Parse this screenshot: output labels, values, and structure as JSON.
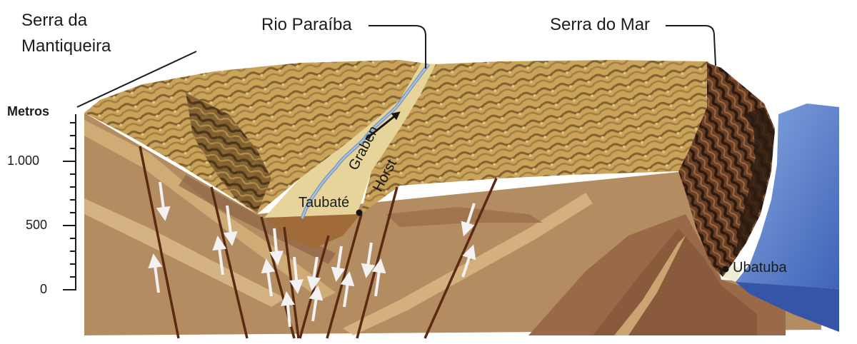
{
  "labels": {
    "serra_mantiqueira_line1": "Serra da",
    "serra_mantiqueira_line2": "Mantiqueira",
    "rio_paraiba": "Rio Paraíba",
    "serra_do_mar": "Serra do Mar",
    "graben": "Graben",
    "horst": "Horst",
    "taubate": "Taubaté",
    "ubatuba": "Ubatuba"
  },
  "axis": {
    "title": "Metros",
    "ticks": [
      "1.000",
      "500",
      "0"
    ]
  },
  "colors": {
    "plateau": "#c8a257",
    "plateau_dark": "#5e4422",
    "valley": "#e6d49a",
    "river": "#7e9cc4",
    "soil": "#b38c62",
    "soil_dark": "#8a6a48",
    "fault": "#5a2a14",
    "escarpment": "#5e3620",
    "ocean": "#4c74c4",
    "ocean_light": "#7899d9",
    "arrow": "#f2f2f2"
  }
}
